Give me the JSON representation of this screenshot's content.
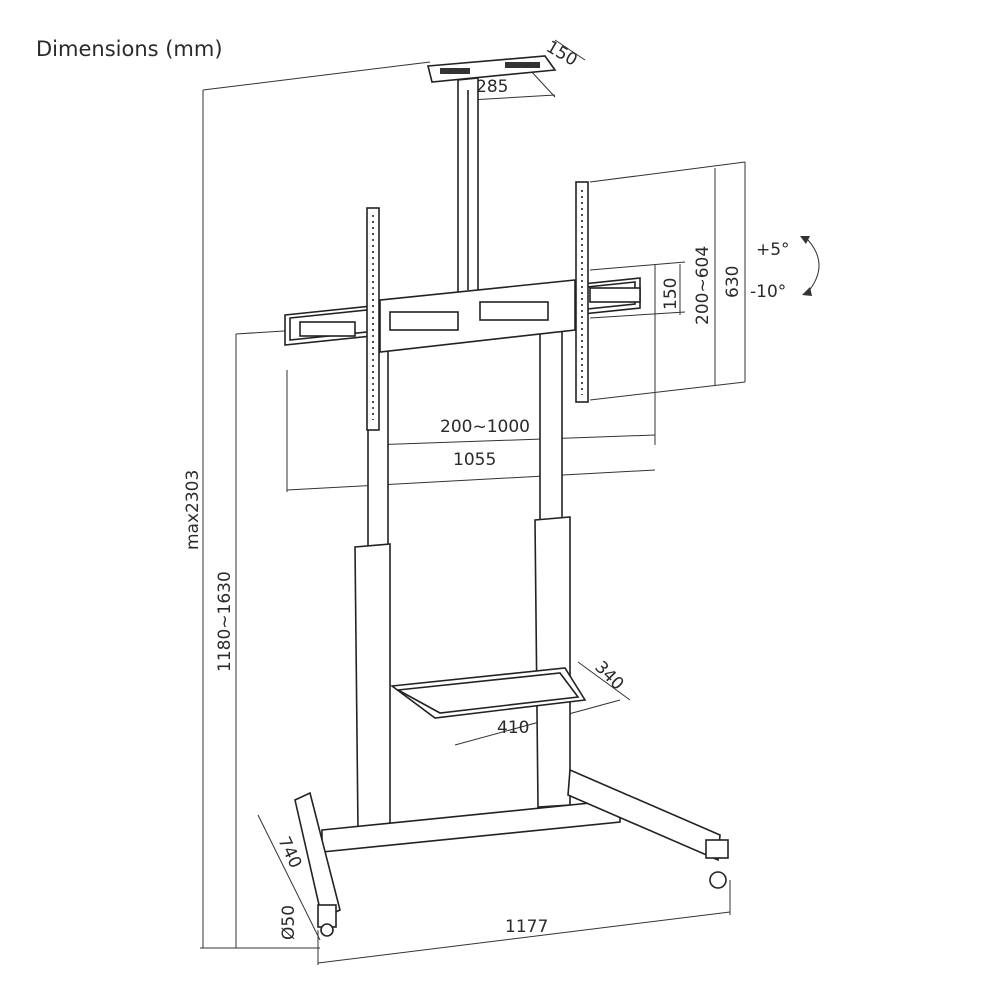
{
  "title": "Dimensions (mm)",
  "dimensions": {
    "top_plate_depth": "150",
    "top_plate_width": "285",
    "tilt_up": "+5°",
    "tilt_down": "-10°",
    "vesa_vertical_range": "200~604",
    "bracket_height": "630",
    "vesa_vertical_min": "150",
    "vesa_horizontal_range": "200~1000",
    "bracket_width": "1055",
    "max_height": "max2303",
    "center_height_range": "1180~1630",
    "shelf_depth": "340",
    "shelf_width": "410",
    "base_depth": "740",
    "caster_diameter": "Ø50",
    "base_width": "1177"
  }
}
